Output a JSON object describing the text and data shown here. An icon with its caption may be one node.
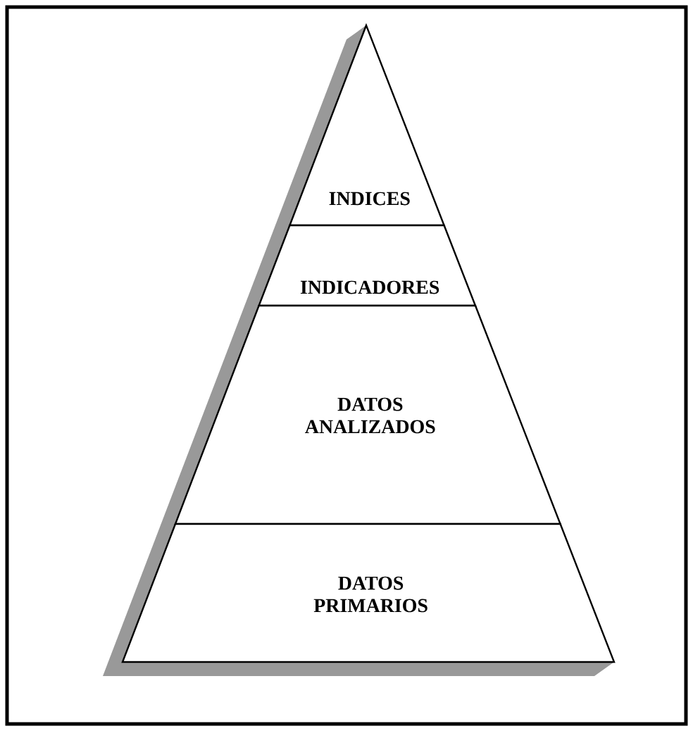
{
  "diagram": {
    "nodes": [
      {
        "text": [
          "INDICES"
        ]
      },
      {
        "text": [
          "INDICADORES"
        ]
      },
      {
        "text": [
          "DATOS ANALIZADOS"
        ]
      },
      {
        "text": [
          "DATOS PRIMARIOS"
        ]
      }
    ]
  }
}
